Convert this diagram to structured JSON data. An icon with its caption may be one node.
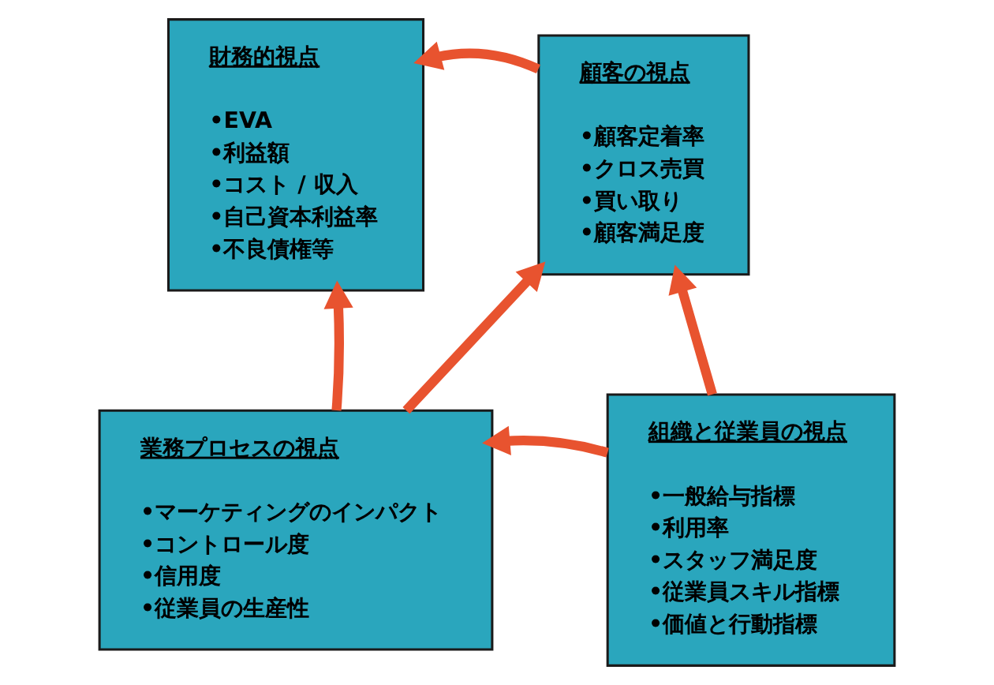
{
  "diagram": {
    "nodes": [
      {
        "text": [
          "財務的視点",
          "•EVA",
          "•利益額",
          "•コスト / 収入",
          "•自己資本利益率",
          "•不良債権等"
        ]
      },
      {
        "text": [
          "顧客の視点",
          "•顧客定着率",
          "•クロス売買",
          "•買い取り",
          "•顧客満足度"
        ]
      },
      {
        "text": [
          "業務プロセスの視点",
          "•マーケティングのインパクト",
          "•コントロール度",
          "•信用度",
          "•従業員の生産性"
        ]
      },
      {
        "text": [
          "組織と従業員の視点",
          "•一般給与指標",
          "•利用率",
          "•スタッフ満足度",
          "•従業員スキル指標",
          "•価値と行動指標"
        ]
      }
    ],
    "edges": [
      {
        "from": 1,
        "to": 0,
        "arrow": "to"
      },
      {
        "from": 2,
        "to": 0,
        "arrow": "to"
      },
      {
        "from": 2,
        "to": 1,
        "arrow": "to"
      },
      {
        "from": 3,
        "to": 1,
        "arrow": "to"
      },
      {
        "from": 3,
        "to": 2,
        "arrow": "to"
      }
    ]
  }
}
